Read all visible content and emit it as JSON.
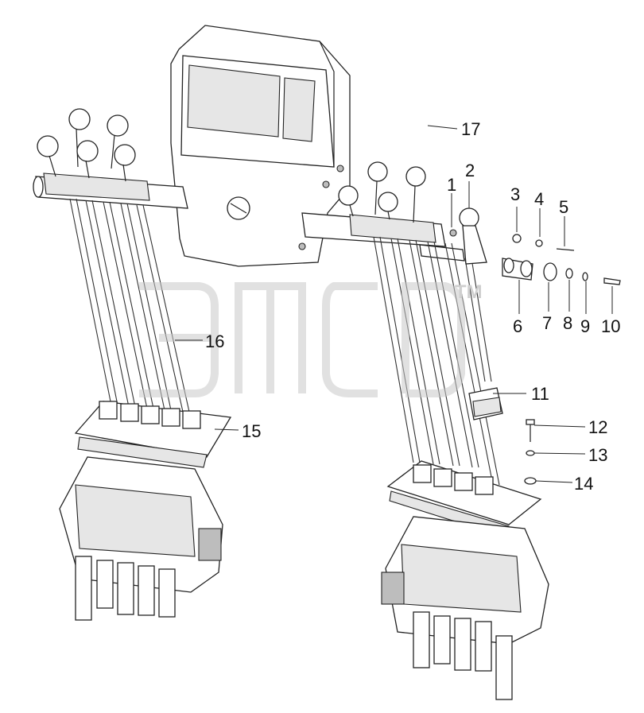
{
  "trademark": "TM",
  "callouts": [
    {
      "id": "1",
      "label": "1"
    },
    {
      "id": "2",
      "label": "2"
    },
    {
      "id": "3",
      "label": "3"
    },
    {
      "id": "4",
      "label": "4"
    },
    {
      "id": "5",
      "label": "5"
    },
    {
      "id": "6",
      "label": "6"
    },
    {
      "id": "7",
      "label": "7"
    },
    {
      "id": "8",
      "label": "8"
    },
    {
      "id": "9",
      "label": "9"
    },
    {
      "id": "10",
      "label": "10"
    },
    {
      "id": "11",
      "label": "11"
    },
    {
      "id": "12",
      "label": "12"
    },
    {
      "id": "13",
      "label": "13"
    },
    {
      "id": "14",
      "label": "14"
    },
    {
      "id": "15",
      "label": "15"
    },
    {
      "id": "16",
      "label": "16"
    },
    {
      "id": "17",
      "label": "17"
    }
  ]
}
